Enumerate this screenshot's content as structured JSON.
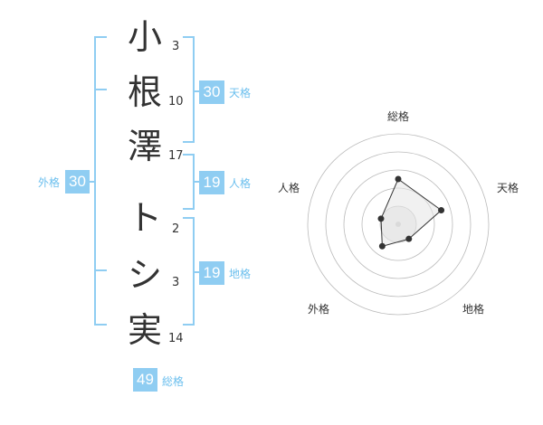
{
  "name": {
    "chars": [
      {
        "char": "小",
        "strokes": "3"
      },
      {
        "char": "根",
        "strokes": "10"
      },
      {
        "char": "澤",
        "strokes": "17"
      },
      {
        "char": "ト",
        "strokes": "2"
      },
      {
        "char": "シ",
        "strokes": "3"
      },
      {
        "char": "実",
        "strokes": "14"
      }
    ]
  },
  "kakusu": {
    "tenkaku": {
      "value": "30",
      "label": "天格"
    },
    "jinkaku": {
      "value": "19",
      "label": "人格"
    },
    "chikaku": {
      "value": "19",
      "label": "地格"
    },
    "gaikaku": {
      "value": "30",
      "label": "外格"
    },
    "soukaku": {
      "value": "49",
      "label": "総格"
    }
  },
  "radar": {
    "labels": [
      "総格",
      "天格",
      "地格",
      "外格",
      "人格"
    ],
    "values": [
      0.5,
      0.5,
      0.2,
      0.3,
      0.2
    ],
    "colors": {
      "ring": "#bbbbbb",
      "fill": "#eeeeee",
      "stroke": "#333333",
      "point": "#333333",
      "center": "#cccccc"
    }
  },
  "colors": {
    "accent": "#8fcdf2",
    "accent_text": "#6bbfee"
  }
}
